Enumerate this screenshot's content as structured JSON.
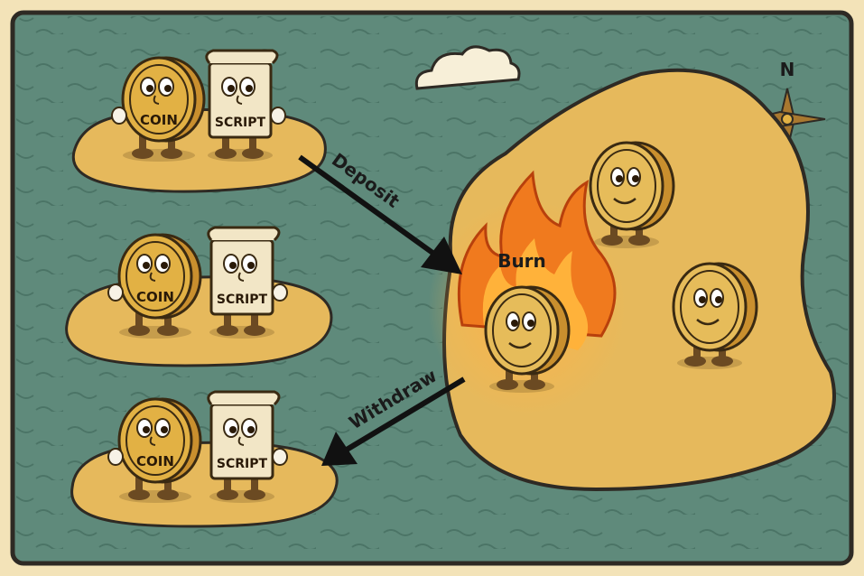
{
  "labels": {
    "deposit": "Deposit",
    "withdraw": "Withdraw",
    "burn": "Burn",
    "compass": "N"
  },
  "characters": {
    "coin_text": "COIN",
    "script_text": "SCRIPT"
  },
  "colors": {
    "sea": "#5f8a7b",
    "sand": "#e6b95c",
    "frame": "#2e2a24",
    "coin": "#e2b144",
    "fire": "#f07a1e",
    "arrow": "#111111"
  }
}
